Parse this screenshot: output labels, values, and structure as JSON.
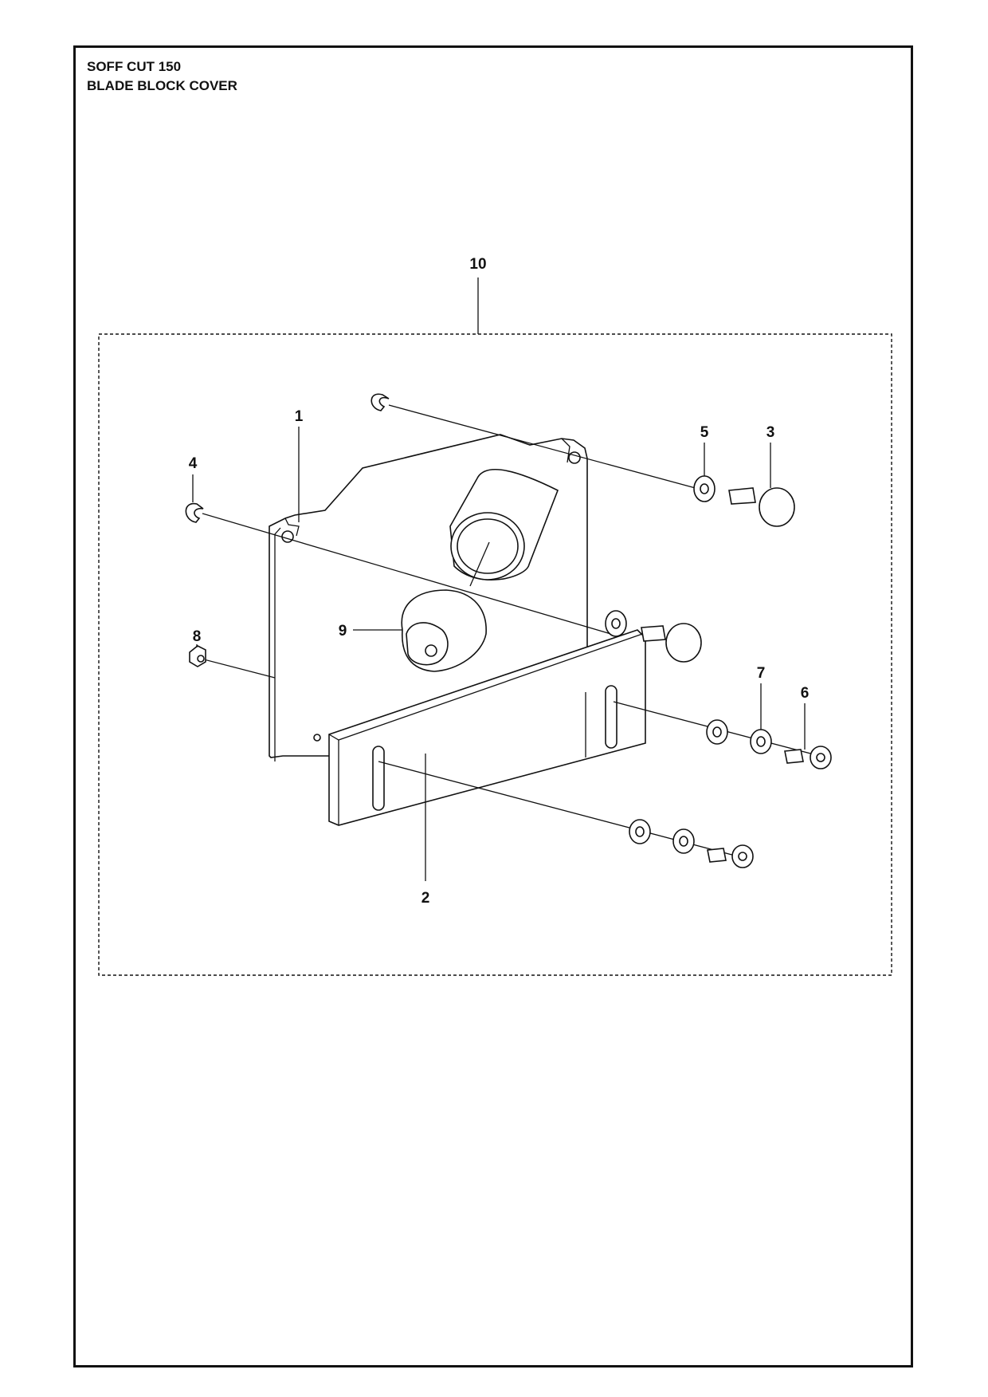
{
  "header": {
    "title_line1": "SOFF CUT 150",
    "title_line2": "BLADE BLOCK COVER"
  },
  "callouts": [
    "10",
    "1",
    "4",
    "5",
    "3",
    "9",
    "8",
    "7",
    "6",
    "2"
  ],
  "colors": {
    "ink": "#111111",
    "paper": "#ffffff"
  }
}
